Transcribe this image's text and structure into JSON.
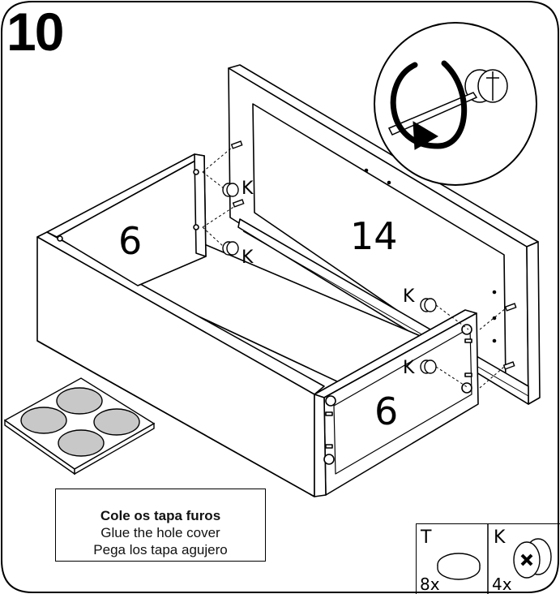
{
  "step": {
    "number": "10"
  },
  "panels": {
    "left_side": "6",
    "back": "14",
    "front_side": "6"
  },
  "fittings": {
    "cam_label": "K"
  },
  "note": {
    "pt": "Cole os tapa furos",
    "en": "Glue the hole cover",
    "es": "Pega los tapa agujero"
  },
  "parts_table": [
    {
      "letter": "T",
      "qty": "8x",
      "icon": "hole-cover-cap-icon"
    },
    {
      "letter": "K",
      "qty": "4x",
      "icon": "cam-lock-icon"
    }
  ],
  "colors": {
    "line": "#000000",
    "cap_fill": "#c8c8c8",
    "panel": "#ffffff"
  }
}
